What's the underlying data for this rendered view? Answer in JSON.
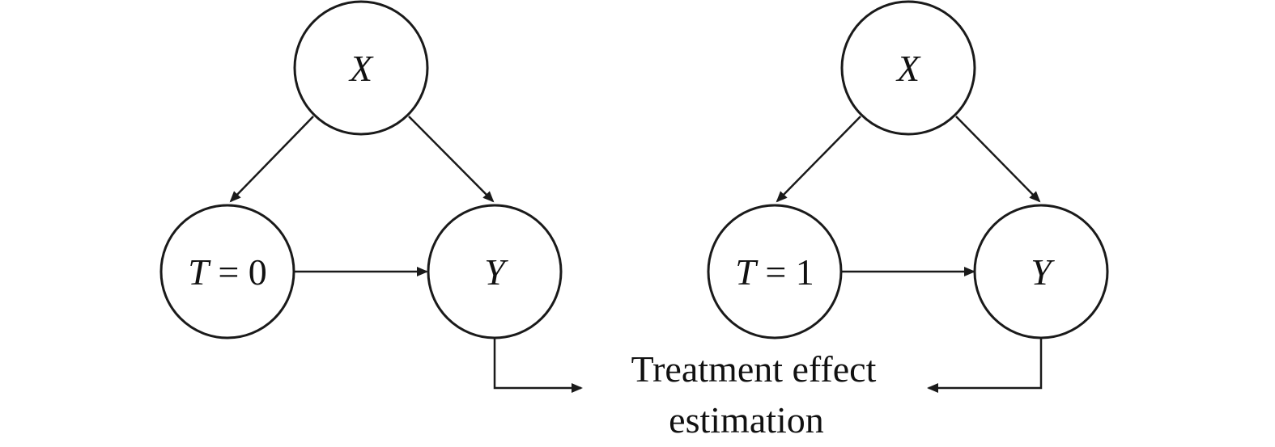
{
  "left_graph": {
    "x_node": {
      "var": "X"
    },
    "t_node": {
      "var": "T",
      "op": " = ",
      "value": "0"
    },
    "y_node": {
      "var": "Y"
    }
  },
  "right_graph": {
    "x_node": {
      "var": "X"
    },
    "t_node": {
      "var": "T",
      "op": " = ",
      "value": "1"
    },
    "y_node": {
      "var": "Y"
    }
  },
  "caption": {
    "line1": "Treatment effect",
    "line2": "estimation"
  },
  "colors": {
    "stroke": "#1a1a1a",
    "background": "#ffffff"
  }
}
